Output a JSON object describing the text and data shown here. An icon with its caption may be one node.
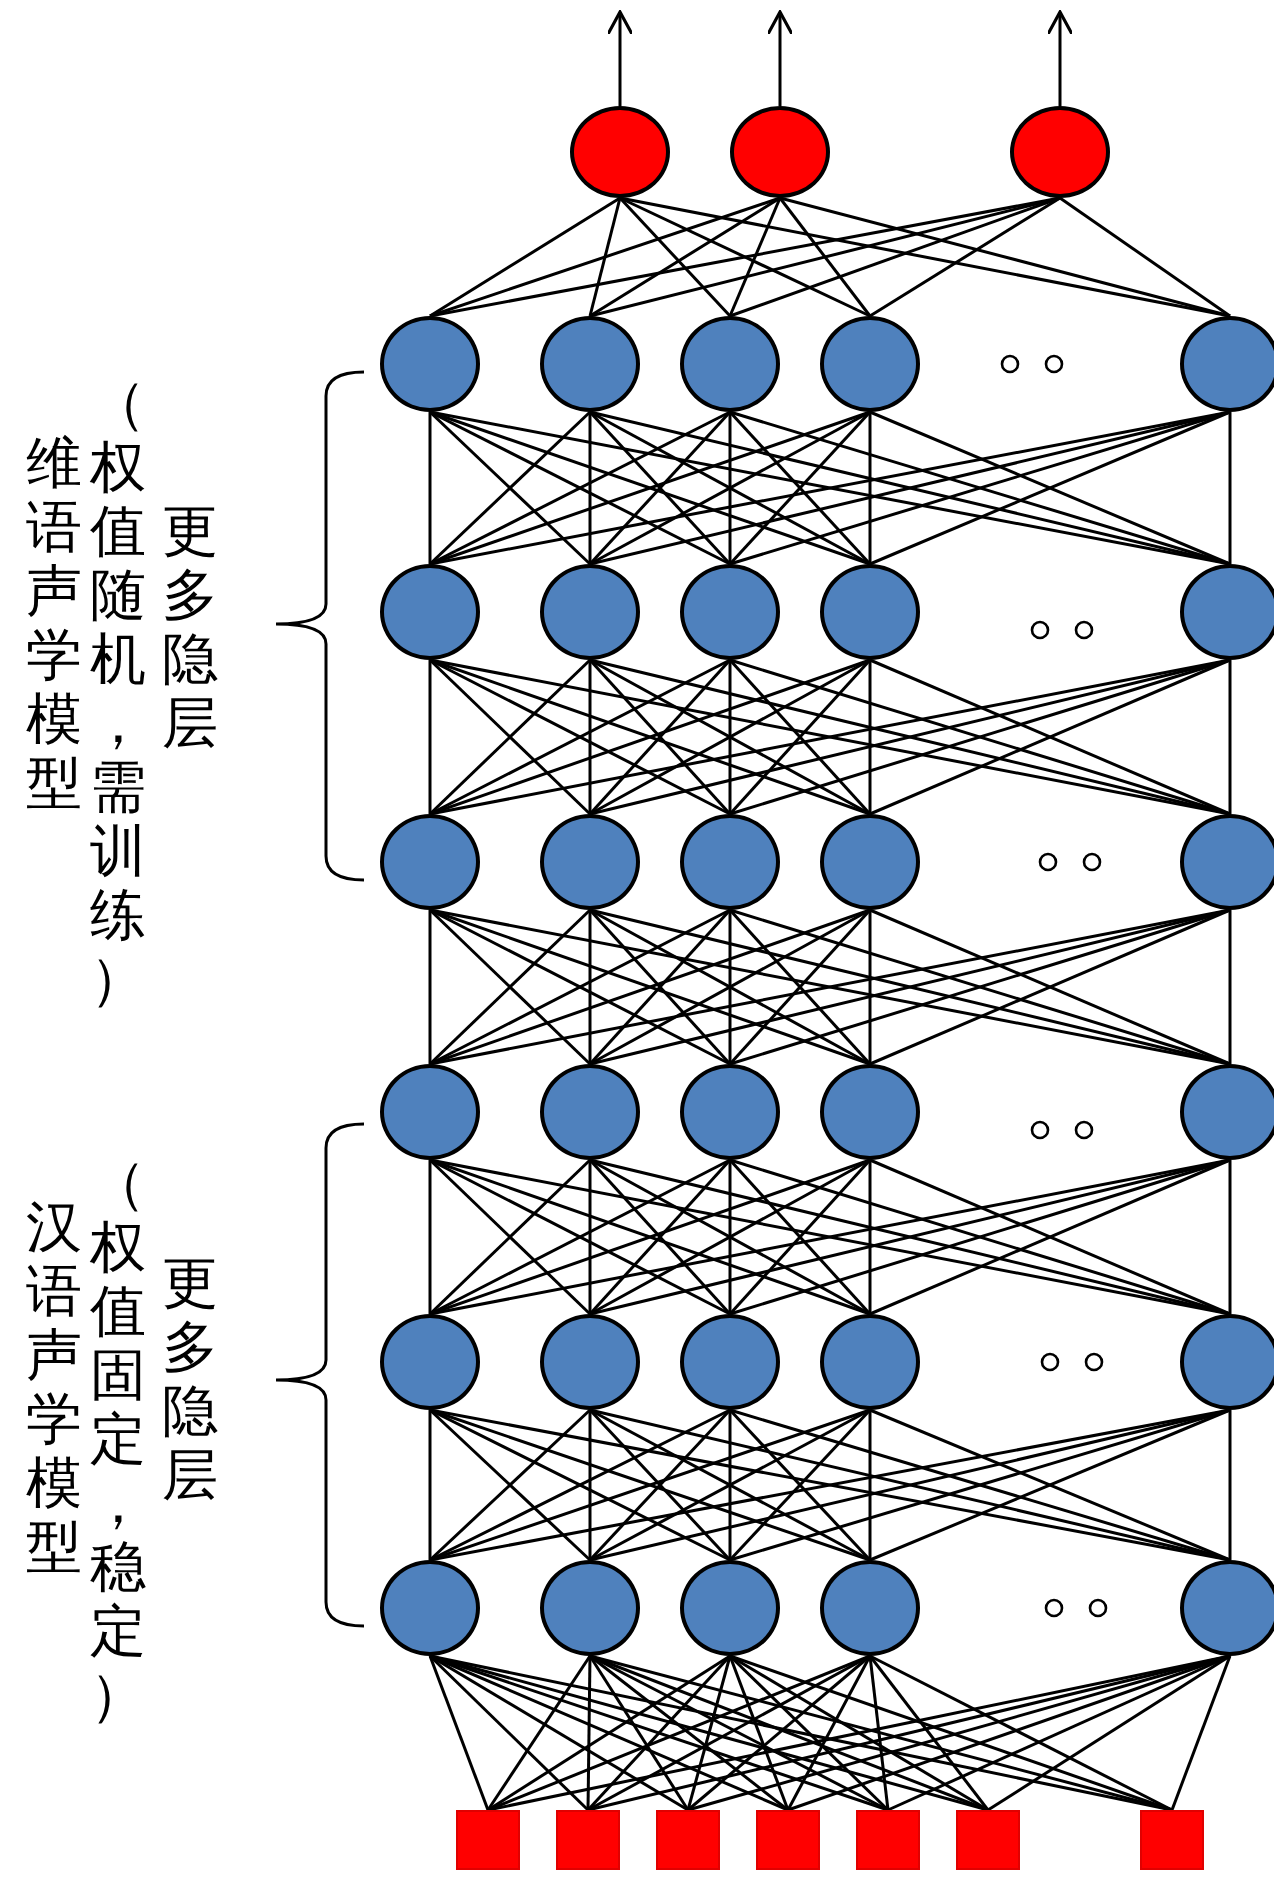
{
  "diagram": {
    "nodes": [
      {
        "text": [],
        "shape": "circle"
      },
      {
        "text": [],
        "shape": "circle"
      },
      {
        "text": [],
        "shape": "circle"
      },
      {
        "text": [],
        "shape": "circle"
      },
      {
        "text": [],
        "shape": "circle"
      },
      {
        "text": [],
        "shape": "circle"
      },
      {
        "text": [],
        "shape": "circle"
      },
      {
        "text": [],
        "shape": "circle"
      },
      {
        "text": [],
        "shape": "circle"
      },
      {
        "text": [],
        "shape": "circle"
      },
      {
        "text": [],
        "shape": "circle"
      },
      {
        "text": [],
        "shape": "circle"
      },
      {
        "text": [],
        "shape": "circle"
      },
      {
        "text": [],
        "shape": "circle"
      },
      {
        "text": [],
        "shape": "circle"
      },
      {
        "text": [],
        "shape": "circle"
      },
      {
        "text": [],
        "shape": "circle"
      },
      {
        "text": [],
        "shape": "circle"
      },
      {
        "text": [],
        "shape": "circle"
      },
      {
        "text": [],
        "shape": "circle"
      },
      {
        "text": [],
        "shape": "circle"
      },
      {
        "text": [],
        "shape": "circle"
      },
      {
        "text": [],
        "shape": "circle"
      },
      {
        "text": [],
        "shape": "circle"
      },
      {
        "text": [],
        "shape": "circle"
      },
      {
        "text": [],
        "shape": "circle"
      },
      {
        "text": [],
        "shape": "circle"
      },
      {
        "text": [],
        "shape": "circle"
      },
      {
        "text": [],
        "shape": "circle"
      },
      {
        "text": [],
        "shape": "circle"
      },
      {
        "text": [],
        "shape": "circle"
      },
      {
        "text": [],
        "shape": "circle"
      },
      {
        "text": [],
        "shape": "circle"
      },
      {
        "text": [],
        "shape": "box"
      },
      {
        "text": [],
        "shape": "box"
      },
      {
        "text": [],
        "shape": "box"
      },
      {
        "text": [],
        "shape": "box"
      },
      {
        "text": [],
        "shape": "box"
      },
      {
        "text": [],
        "shape": "box"
      },
      {
        "text": [],
        "shape": "box"
      }
    ],
    "edges": [
      {
        "from": 0,
        "to": null,
        "arrow": "to"
      },
      {
        "from": 1,
        "to": null,
        "arrow": "to"
      },
      {
        "from": 2,
        "to": null,
        "arrow": "to"
      },
      {
        "from": 3,
        "to": 0,
        "arrow": "none"
      },
      {
        "from": 3,
        "to": 1,
        "arrow": "none"
      },
      {
        "from": 3,
        "to": 2,
        "arrow": "none"
      },
      {
        "from": 4,
        "to": 0,
        "arrow": "none"
      },
      {
        "from": 4,
        "to": 1,
        "arrow": "none"
      },
      {
        "from": 4,
        "to": 2,
        "arrow": "none"
      },
      {
        "from": 5,
        "to": 0,
        "arrow": "none"
      },
      {
        "from": 5,
        "to": 1,
        "arrow": "none"
      },
      {
        "from": 5,
        "to": 2,
        "arrow": "none"
      },
      {
        "from": 6,
        "to": 0,
        "arrow": "none"
      },
      {
        "from": 6,
        "to": 1,
        "arrow": "none"
      },
      {
        "from": 6,
        "to": 2,
        "arrow": "none"
      },
      {
        "from": 7,
        "to": 0,
        "arrow": "none"
      },
      {
        "from": 7,
        "to": 1,
        "arrow": "none"
      },
      {
        "from": 7,
        "to": 2,
        "arrow": "none"
      },
      {
        "from": 8,
        "to": 3,
        "arrow": "none"
      },
      {
        "from": 8,
        "to": 4,
        "arrow": "none"
      },
      {
        "from": 8,
        "to": 5,
        "arrow": "none"
      },
      {
        "from": 8,
        "to": 6,
        "arrow": "none"
      },
      {
        "from": 8,
        "to": 7,
        "arrow": "none"
      },
      {
        "from": 9,
        "to": 3,
        "arrow": "none"
      },
      {
        "from": 9,
        "to": 4,
        "arrow": "none"
      },
      {
        "from": 9,
        "to": 5,
        "arrow": "none"
      },
      {
        "from": 9,
        "to": 6,
        "arrow": "none"
      },
      {
        "from": 9,
        "to": 7,
        "arrow": "none"
      },
      {
        "from": 10,
        "to": 3,
        "arrow": "none"
      },
      {
        "from": 10,
        "to": 4,
        "arrow": "none"
      },
      {
        "from": 10,
        "to": 5,
        "arrow": "none"
      },
      {
        "from": 10,
        "to": 6,
        "arrow": "none"
      },
      {
        "from": 10,
        "to": 7,
        "arrow": "none"
      },
      {
        "from": 11,
        "to": 3,
        "arrow": "none"
      },
      {
        "from": 11,
        "to": 4,
        "arrow": "none"
      },
      {
        "from": 11,
        "to": 5,
        "arrow": "none"
      },
      {
        "from": 11,
        "to": 6,
        "arrow": "none"
      },
      {
        "from": 11,
        "to": 7,
        "arrow": "none"
      },
      {
        "from": 12,
        "to": 3,
        "arrow": "none"
      },
      {
        "from": 12,
        "to": 4,
        "arrow": "none"
      },
      {
        "from": 12,
        "to": 5,
        "arrow": "none"
      },
      {
        "from": 12,
        "to": 6,
        "arrow": "none"
      },
      {
        "from": 12,
        "to": 7,
        "arrow": "none"
      },
      {
        "from": 13,
        "to": 8,
        "arrow": "none"
      },
      {
        "from": 13,
        "to": 9,
        "arrow": "none"
      },
      {
        "from": 13,
        "to": 10,
        "arrow": "none"
      },
      {
        "from": 13,
        "to": 11,
        "arrow": "none"
      },
      {
        "from": 13,
        "to": 12,
        "arrow": "none"
      },
      {
        "from": 14,
        "to": 8,
        "arrow": "none"
      },
      {
        "from": 14,
        "to": 9,
        "arrow": "none"
      },
      {
        "from": 14,
        "to": 10,
        "arrow": "none"
      },
      {
        "from": 14,
        "to": 11,
        "arrow": "none"
      },
      {
        "from": 14,
        "to": 12,
        "arrow": "none"
      },
      {
        "from": 15,
        "to": 8,
        "arrow": "none"
      },
      {
        "from": 15,
        "to": 9,
        "arrow": "none"
      },
      {
        "from": 15,
        "to": 10,
        "arrow": "none"
      },
      {
        "from": 15,
        "to": 11,
        "arrow": "none"
      },
      {
        "from": 15,
        "to": 12,
        "arrow": "none"
      },
      {
        "from": 16,
        "to": 8,
        "arrow": "none"
      },
      {
        "from": 16,
        "to": 9,
        "arrow": "none"
      },
      {
        "from": 16,
        "to": 10,
        "arrow": "none"
      },
      {
        "from": 16,
        "to": 11,
        "arrow": "none"
      },
      {
        "from": 16,
        "to": 12,
        "arrow": "none"
      },
      {
        "from": 17,
        "to": 8,
        "arrow": "none"
      },
      {
        "from": 17,
        "to": 9,
        "arrow": "none"
      },
      {
        "from": 17,
        "to": 10,
        "arrow": "none"
      },
      {
        "from": 17,
        "to": 11,
        "arrow": "none"
      },
      {
        "from": 17,
        "to": 12,
        "arrow": "none"
      },
      {
        "from": 18,
        "to": 13,
        "arrow": "none"
      },
      {
        "from": 18,
        "to": 14,
        "arrow": "none"
      },
      {
        "from": 18,
        "to": 15,
        "arrow": "none"
      },
      {
        "from": 18,
        "to": 16,
        "arrow": "none"
      },
      {
        "from": 18,
        "to": 17,
        "arrow": "none"
      },
      {
        "from": 19,
        "to": 13,
        "arrow": "none"
      },
      {
        "from": 19,
        "to": 14,
        "arrow": "none"
      },
      {
        "from": 19,
        "to": 15,
        "arrow": "none"
      },
      {
        "from": 19,
        "to": 16,
        "arrow": "none"
      },
      {
        "from": 19,
        "to": 17,
        "arrow": "none"
      },
      {
        "from": 20,
        "to": 13,
        "arrow": "none"
      },
      {
        "from": 20,
        "to": 14,
        "arrow": "none"
      },
      {
        "from": 20,
        "to": 15,
        "arrow": "none"
      },
      {
        "from": 20,
        "to": 16,
        "arrow": "none"
      },
      {
        "from": 20,
        "to": 17,
        "arrow": "none"
      },
      {
        "from": 21,
        "to": 13,
        "arrow": "none"
      },
      {
        "from": 21,
        "to": 14,
        "arrow": "none"
      },
      {
        "from": 21,
        "to": 15,
        "arrow": "none"
      },
      {
        "from": 21,
        "to": 16,
        "arrow": "none"
      },
      {
        "from": 21,
        "to": 17,
        "arrow": "none"
      },
      {
        "from": 22,
        "to": 13,
        "arrow": "none"
      },
      {
        "from": 22,
        "to": 14,
        "arrow": "none"
      },
      {
        "from": 22,
        "to": 15,
        "arrow": "none"
      },
      {
        "from": 22,
        "to": 16,
        "arrow": "none"
      },
      {
        "from": 22,
        "to": 17,
        "arrow": "none"
      },
      {
        "from": 23,
        "to": 18,
        "arrow": "none"
      },
      {
        "from": 23,
        "to": 19,
        "arrow": "none"
      },
      {
        "from": 23,
        "to": 20,
        "arrow": "none"
      },
      {
        "from": 23,
        "to": 21,
        "arrow": "none"
      },
      {
        "from": 23,
        "to": 22,
        "arrow": "none"
      },
      {
        "from": 24,
        "to": 18,
        "arrow": "none"
      },
      {
        "from": 24,
        "to": 19,
        "arrow": "none"
      },
      {
        "from": 24,
        "to": 20,
        "arrow": "none"
      },
      {
        "from": 24,
        "to": 21,
        "arrow": "none"
      },
      {
        "from": 24,
        "to": 22,
        "arrow": "none"
      },
      {
        "from": 25,
        "to": 18,
        "arrow": "none"
      },
      {
        "from": 25,
        "to": 19,
        "arrow": "none"
      },
      {
        "from": 25,
        "to": 20,
        "arrow": "none"
      },
      {
        "from": 25,
        "to": 21,
        "arrow": "none"
      },
      {
        "from": 25,
        "to": 22,
        "arrow": "none"
      },
      {
        "from": 26,
        "to": 18,
        "arrow": "none"
      },
      {
        "from": 26,
        "to": 19,
        "arrow": "none"
      },
      {
        "from": 26,
        "to": 20,
        "arrow": "none"
      },
      {
        "from": 26,
        "to": 21,
        "arrow": "none"
      },
      {
        "from": 26,
        "to": 22,
        "arrow": "none"
      },
      {
        "from": 27,
        "to": 18,
        "arrow": "none"
      },
      {
        "from": 27,
        "to": 19,
        "arrow": "none"
      },
      {
        "from": 27,
        "to": 20,
        "arrow": "none"
      },
      {
        "from": 27,
        "to": 21,
        "arrow": "none"
      },
      {
        "from": 27,
        "to": 22,
        "arrow": "none"
      },
      {
        "from": 28,
        "to": 23,
        "arrow": "none"
      },
      {
        "from": 28,
        "to": 24,
        "arrow": "none"
      },
      {
        "from": 28,
        "to": 25,
        "arrow": "none"
      },
      {
        "from": 28,
        "to": 26,
        "arrow": "none"
      },
      {
        "from": 28,
        "to": 27,
        "arrow": "none"
      },
      {
        "from": 29,
        "to": 23,
        "arrow": "none"
      },
      {
        "from": 29,
        "to": 24,
        "arrow": "none"
      },
      {
        "from": 29,
        "to": 25,
        "arrow": "none"
      },
      {
        "from": 29,
        "to": 26,
        "arrow": "none"
      },
      {
        "from": 29,
        "to": 27,
        "arrow": "none"
      },
      {
        "from": 30,
        "to": 23,
        "arrow": "none"
      },
      {
        "from": 30,
        "to": 24,
        "arrow": "none"
      },
      {
        "from": 30,
        "to": 25,
        "arrow": "none"
      },
      {
        "from": 30,
        "to": 26,
        "arrow": "none"
      },
      {
        "from": 30,
        "to": 27,
        "arrow": "none"
      },
      {
        "from": 31,
        "to": 23,
        "arrow": "none"
      },
      {
        "from": 31,
        "to": 24,
        "arrow": "none"
      },
      {
        "from": 31,
        "to": 25,
        "arrow": "none"
      },
      {
        "from": 31,
        "to": 26,
        "arrow": "none"
      },
      {
        "from": 31,
        "to": 27,
        "arrow": "none"
      },
      {
        "from": 32,
        "to": 23,
        "arrow": "none"
      },
      {
        "from": 32,
        "to": 24,
        "arrow": "none"
      },
      {
        "from": 32,
        "to": 25,
        "arrow": "none"
      },
      {
        "from": 32,
        "to": 26,
        "arrow": "none"
      },
      {
        "from": 32,
        "to": 27,
        "arrow": "none"
      },
      {
        "from": 33,
        "to": 28,
        "arrow": "none"
      },
      {
        "from": 33,
        "to": 29,
        "arrow": "none"
      },
      {
        "from": 33,
        "to": 30,
        "arrow": "none"
      },
      {
        "from": 33,
        "to": 31,
        "arrow": "none"
      },
      {
        "from": 33,
        "to": 32,
        "arrow": "none"
      },
      {
        "from": 34,
        "to": 28,
        "arrow": "none"
      },
      {
        "from": 34,
        "to": 29,
        "arrow": "none"
      },
      {
        "from": 34,
        "to": 30,
        "arrow": "none"
      },
      {
        "from": 34,
        "to": 31,
        "arrow": "none"
      },
      {
        "from": 34,
        "to": 32,
        "arrow": "none"
      },
      {
        "from": 35,
        "to": 28,
        "arrow": "none"
      },
      {
        "from": 35,
        "to": 29,
        "arrow": "none"
      },
      {
        "from": 35,
        "to": 30,
        "arrow": "none"
      },
      {
        "from": 35,
        "to": 31,
        "arrow": "none"
      },
      {
        "from": 35,
        "to": 32,
        "arrow": "none"
      },
      {
        "from": 36,
        "to": 28,
        "arrow": "none"
      },
      {
        "from": 36,
        "to": 29,
        "arrow": "none"
      },
      {
        "from": 36,
        "to": 30,
        "arrow": "none"
      },
      {
        "from": 36,
        "to": 31,
        "arrow": "none"
      },
      {
        "from": 36,
        "to": 32,
        "arrow": "none"
      },
      {
        "from": 37,
        "to": 28,
        "arrow": "none"
      },
      {
        "from": 37,
        "to": 29,
        "arrow": "none"
      },
      {
        "from": 37,
        "to": 30,
        "arrow": "none"
      },
      {
        "from": 37,
        "to": 31,
        "arrow": "none"
      },
      {
        "from": 37,
        "to": 32,
        "arrow": "none"
      },
      {
        "from": 38,
        "to": 28,
        "arrow": "none"
      },
      {
        "from": 38,
        "to": 29,
        "arrow": "none"
      },
      {
        "from": 38,
        "to": 30,
        "arrow": "none"
      },
      {
        "from": 38,
        "to": 31,
        "arrow": "none"
      },
      {
        "from": 38,
        "to": 32,
        "arrow": "none"
      },
      {
        "from": 39,
        "to": 28,
        "arrow": "none"
      },
      {
        "from": 39,
        "to": 29,
        "arrow": "none"
      },
      {
        "from": 39,
        "to": 30,
        "arrow": "none"
      },
      {
        "from": 39,
        "to": 31,
        "arrow": "none"
      },
      {
        "from": 39,
        "to": 32,
        "arrow": "none"
      }
    ],
    "labels": [
      "更多隐层",
      "（权值随机，需训练）",
      "维语声学模型",
      "更多隐层",
      "（权值固定，稳定）",
      "汉语声学模型"
    ]
  }
}
